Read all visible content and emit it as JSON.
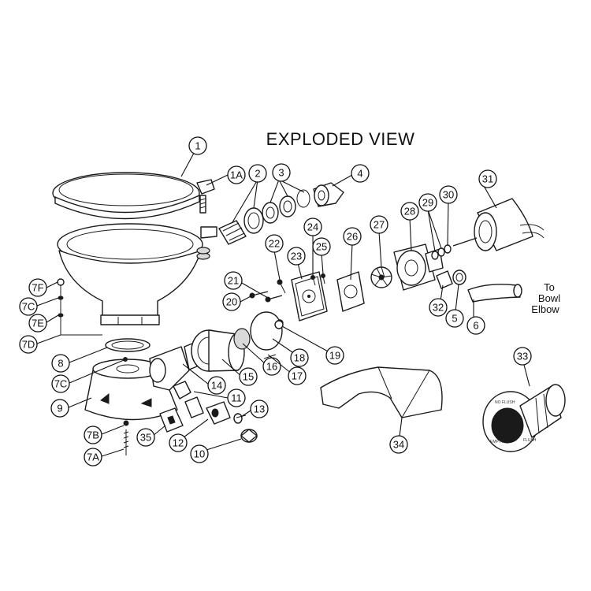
{
  "title": "EXPLODED  VIEW",
  "note_lines": [
    "To",
    "Bowl",
    "Elbow"
  ],
  "callouts": [
    "1",
    "1A",
    "2",
    "3",
    "4",
    "31",
    "30",
    "29",
    "28",
    "27",
    "26",
    "25",
    "24",
    "23",
    "22",
    "21",
    "20",
    "7F",
    "7C",
    "7E",
    "7D",
    "8",
    "7C",
    "9",
    "7B",
    "7A",
    "35",
    "12",
    "10",
    "13",
    "11",
    "14",
    "15",
    "16",
    "17",
    "18",
    "19",
    "32",
    "5",
    "6",
    "33",
    "34"
  ],
  "panel_text": [
    "NO FLUSH",
    "FLUSH",
    "EMPTY"
  ]
}
